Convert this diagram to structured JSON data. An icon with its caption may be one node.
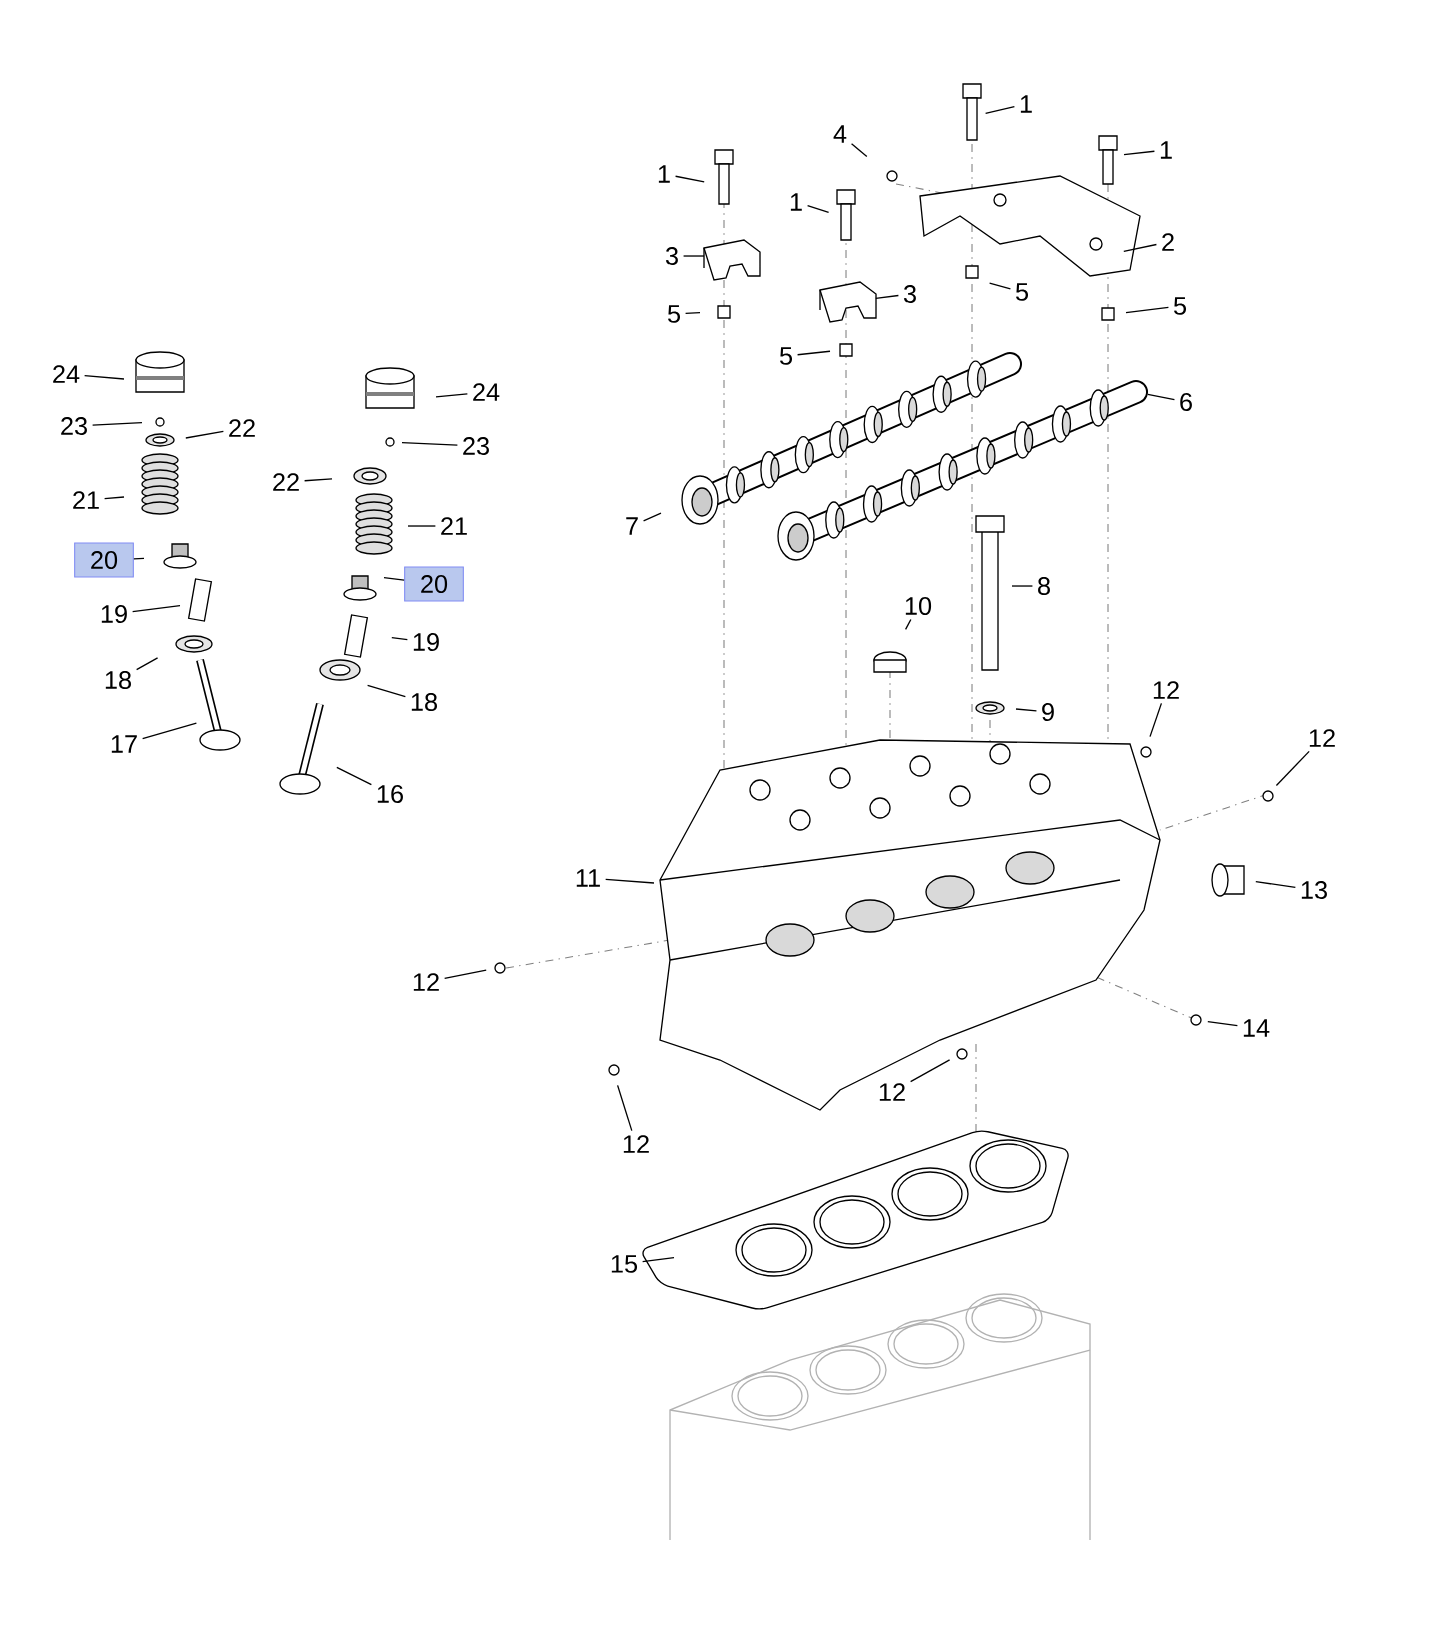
{
  "diagram": {
    "nodes": [
      {
        "text": [
          "1"
        ]
      },
      {
        "text": [
          "1"
        ]
      },
      {
        "text": [
          "1"
        ]
      },
      {
        "text": [
          "1"
        ]
      },
      {
        "text": [
          "4"
        ]
      },
      {
        "text": [
          "2"
        ]
      },
      {
        "text": [
          "3"
        ]
      },
      {
        "text": [
          "3"
        ]
      },
      {
        "text": [
          "5"
        ]
      },
      {
        "text": [
          "5"
        ]
      },
      {
        "text": [
          "5"
        ]
      },
      {
        "text": [
          "5"
        ]
      },
      {
        "text": [
          "6"
        ]
      },
      {
        "text": [
          "7"
        ]
      },
      {
        "text": [
          "8"
        ]
      },
      {
        "text": [
          "10"
        ]
      },
      {
        "text": [
          "9"
        ]
      },
      {
        "text": [
          "12"
        ]
      },
      {
        "text": [
          "12"
        ]
      },
      {
        "text": [
          "11"
        ]
      },
      {
        "text": [
          "13"
        ]
      },
      {
        "text": [
          "12"
        ]
      },
      {
        "text": [
          "14"
        ]
      },
      {
        "text": [
          "12"
        ]
      },
      {
        "text": [
          "12"
        ]
      },
      {
        "text": [
          "15"
        ]
      },
      {
        "text": [
          "24"
        ]
      },
      {
        "text": [
          "23"
        ]
      },
      {
        "text": [
          "22"
        ]
      },
      {
        "text": [
          "21"
        ]
      },
      {
        "text": [
          "20"
        ]
      },
      {
        "text": [
          "19"
        ]
      },
      {
        "text": [
          "18"
        ]
      },
      {
        "text": [
          "17"
        ]
      },
      {
        "text": [
          "24"
        ]
      },
      {
        "text": [
          "23"
        ]
      },
      {
        "text": [
          "22"
        ]
      },
      {
        "text": [
          "21"
        ]
      },
      {
        "text": [
          "20"
        ]
      },
      {
        "text": [
          "19"
        ]
      },
      {
        "text": [
          "18"
        ]
      },
      {
        "text": [
          "16"
        ]
      }
    ],
    "edges": [
      {
        "from": 0,
        "to": null,
        "arrow": "none"
      },
      {
        "from": 1,
        "to": null,
        "arrow": "none"
      },
      {
        "from": 2,
        "to": null,
        "arrow": "none"
      },
      {
        "from": 3,
        "to": null,
        "arrow": "none"
      },
      {
        "from": 4,
        "to": null,
        "arrow": "none"
      },
      {
        "from": 5,
        "to": null,
        "arrow": "none"
      },
      {
        "from": 6,
        "to": null,
        "arrow": "none"
      },
      {
        "from": 7,
        "to": null,
        "arrow": "none"
      },
      {
        "from": 8,
        "to": null,
        "arrow": "none"
      },
      {
        "from": 9,
        "to": null,
        "arrow": "none"
      },
      {
        "from": 10,
        "to": null,
        "arrow": "none"
      },
      {
        "from": 11,
        "to": null,
        "arrow": "none"
      },
      {
        "from": 12,
        "to": null,
        "arrow": "none"
      },
      {
        "from": 13,
        "to": null,
        "arrow": "none"
      },
      {
        "from": 14,
        "to": null,
        "arrow": "none"
      },
      {
        "from": 15,
        "to": null,
        "arrow": "none"
      },
      {
        "from": 16,
        "to": null,
        "arrow": "none"
      },
      {
        "from": 17,
        "to": null,
        "arrow": "none"
      },
      {
        "from": 18,
        "to": null,
        "arrow": "none"
      },
      {
        "from": 19,
        "to": null,
        "arrow": "none"
      },
      {
        "from": 20,
        "to": null,
        "arrow": "none"
      },
      {
        "from": 21,
        "to": null,
        "arrow": "none"
      },
      {
        "from": 22,
        "to": null,
        "arrow": "none"
      },
      {
        "from": 23,
        "to": null,
        "arrow": "none"
      },
      {
        "from": 24,
        "to": null,
        "arrow": "none"
      },
      {
        "from": 25,
        "to": null,
        "arrow": "none"
      },
      {
        "from": 26,
        "to": null,
        "arrow": "none"
      },
      {
        "from": 27,
        "to": null,
        "arrow": "none"
      },
      {
        "from": 28,
        "to": null,
        "arrow": "none"
      },
      {
        "from": 29,
        "to": null,
        "arrow": "none"
      },
      {
        "from": 30,
        "to": null,
        "arrow": "none"
      },
      {
        "from": 31,
        "to": null,
        "arrow": "none"
      },
      {
        "from": 32,
        "to": null,
        "arrow": "none"
      },
      {
        "from": 33,
        "to": null,
        "arrow": "none"
      },
      {
        "from": 34,
        "to": null,
        "arrow": "none"
      },
      {
        "from": 35,
        "to": null,
        "arrow": "none"
      },
      {
        "from": 36,
        "to": null,
        "arrow": "none"
      },
      {
        "from": 37,
        "to": null,
        "arrow": "none"
      },
      {
        "from": 38,
        "to": null,
        "arrow": "none"
      },
      {
        "from": 39,
        "to": null,
        "arrow": "none"
      },
      {
        "from": 40,
        "to": null,
        "arrow": "none"
      },
      {
        "from": 41,
        "to": null,
        "arrow": "none"
      }
    ]
  }
}
